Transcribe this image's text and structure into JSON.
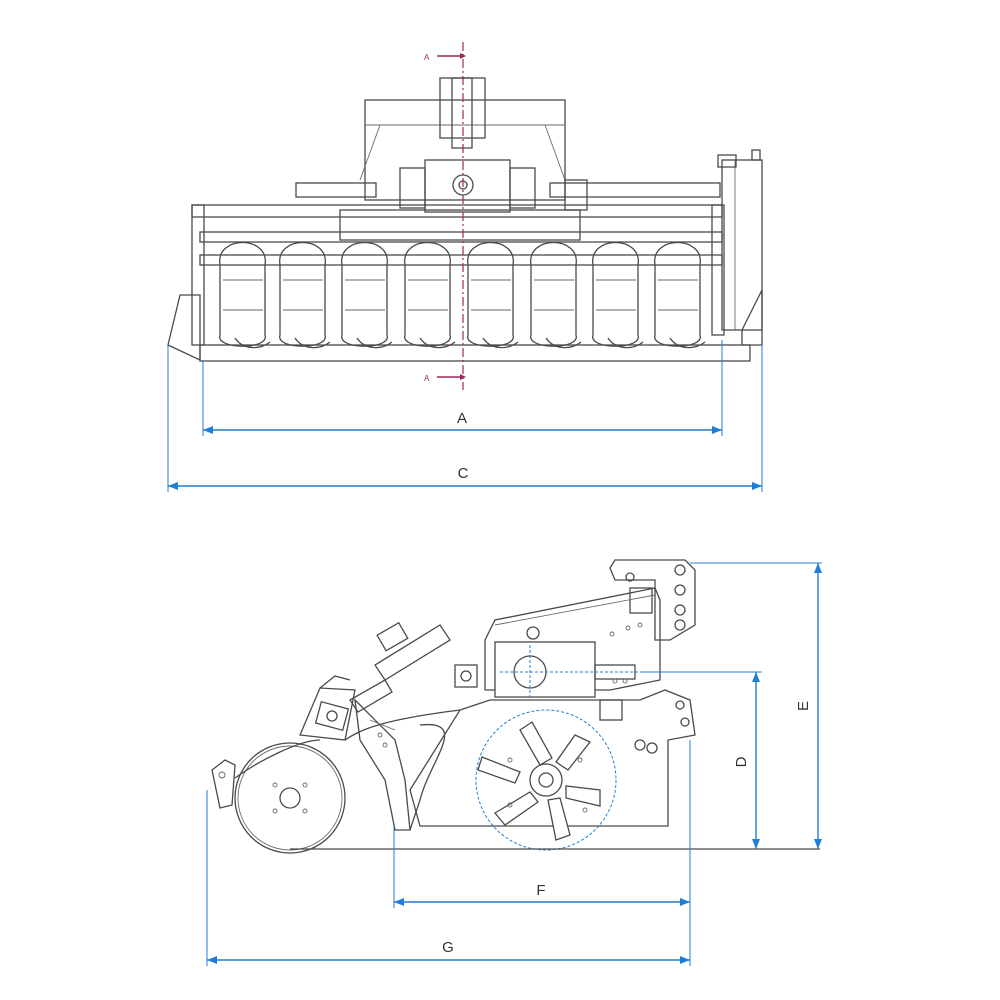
{
  "colors": {
    "dimension_line": "#1f7fd6",
    "section_line": "#9b2a5a",
    "drawing_ink": "#4a4a4a",
    "background": "#ffffff"
  },
  "front_view": {
    "section_marker_top": "A",
    "section_marker_bottom": "A",
    "dimensions": {
      "inner_width": "A",
      "overall_width": "C"
    }
  },
  "side_view": {
    "dimensions": {
      "shaft_height": "D",
      "overall_height": "E",
      "rotor_to_hitch": "F",
      "overall_length": "G"
    }
  }
}
